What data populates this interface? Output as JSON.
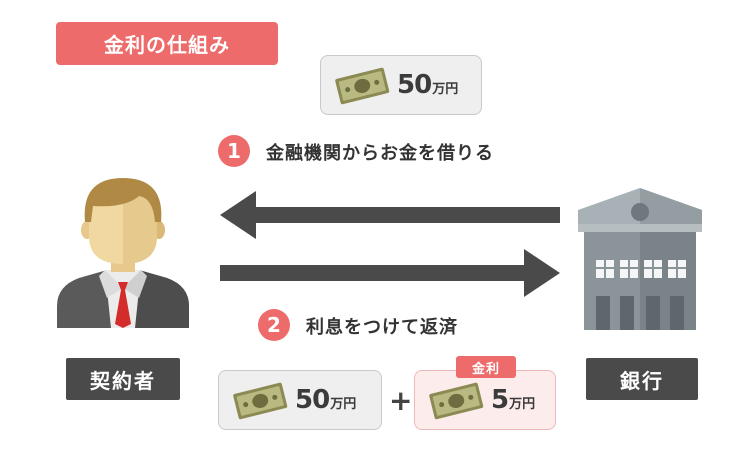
{
  "title": "金利の仕組み",
  "top_money": {
    "amount": "50",
    "unit": "万円"
  },
  "step1": {
    "number": "1",
    "text": "金融機関からお金を借りる"
  },
  "step2": {
    "number": "2",
    "text": "利息をつけて返済"
  },
  "left_label": "契約者",
  "right_label": "銀行",
  "bottom_left_money": {
    "amount": "50",
    "unit": "万円"
  },
  "plus_sign": "+",
  "bottom_right_money": {
    "amount": "5",
    "unit": "万円",
    "tag": "金利"
  },
  "icons": [
    "money-bill-icon",
    "person-icon",
    "bank-building-icon",
    "arrow-left-icon",
    "arrow-right-icon"
  ],
  "colors": {
    "accent": "#ee6b6b",
    "dark": "#4a4a4a",
    "money_green": "#6a6a3a"
  }
}
